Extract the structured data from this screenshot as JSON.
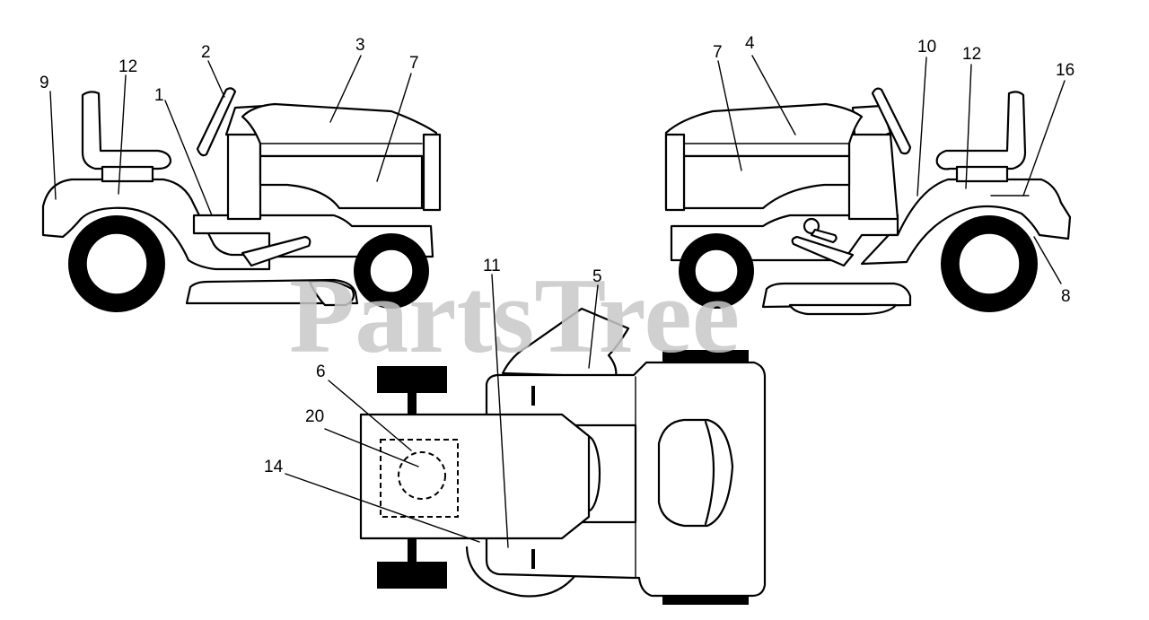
{
  "watermark": "PartsTree",
  "callouts": {
    "c1": "1",
    "c2": "2",
    "c3": "3",
    "c4": "4",
    "c5": "5",
    "c6": "6",
    "c7a": "7",
    "c7b": "7",
    "c8": "8",
    "c9": "9",
    "c10": "10",
    "c11": "11",
    "c12a": "12",
    "c12b": "12",
    "c14": "14",
    "c16": "16",
    "c20": "20"
  }
}
